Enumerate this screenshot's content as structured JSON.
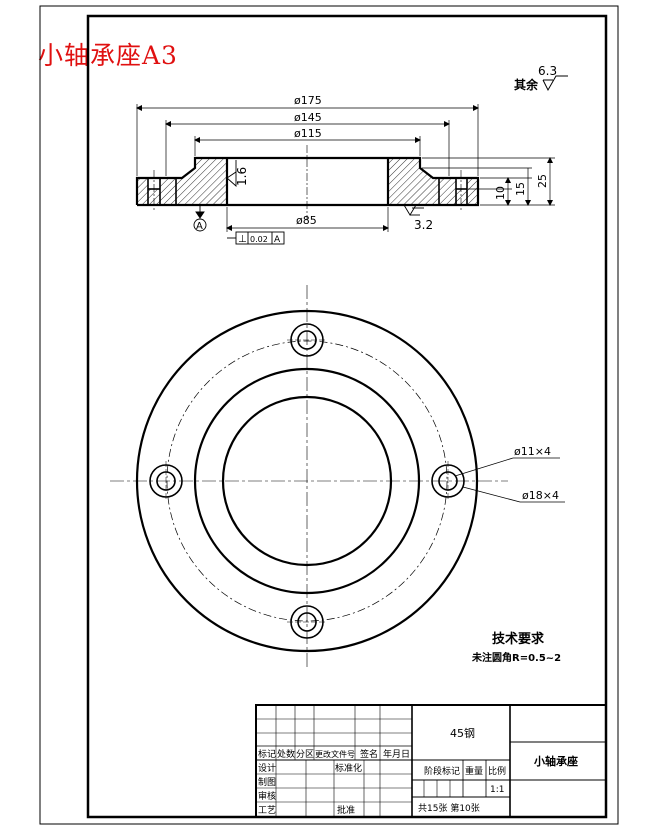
{
  "title": "小轴承座A3",
  "roughness": {
    "prefix": "其余",
    "value": "6.3"
  },
  "front_view": {
    "dims": {
      "d175": "ø175",
      "d145": "ø145",
      "d115": "ø115",
      "d85": "ø85",
      "h25": "25",
      "h15": "15",
      "h10": "10",
      "roughness_bore": "1.6",
      "roughness_face": "3.2"
    },
    "datum": "A",
    "tolerance": {
      "symbol": "⊥",
      "value": "0.02",
      "datum": "A"
    }
  },
  "top_view": {
    "labels": {
      "hole_small": "ø11×4",
      "hole_large": "ø18×4"
    }
  },
  "notes": {
    "heading": "技术要求",
    "line1": "未注圆角R=0.5~2"
  },
  "title_block": {
    "material": "45钢",
    "part_name": "小轴承座",
    "row_labels": [
      "设计",
      "制图",
      "审核",
      "工艺"
    ],
    "header_labels": [
      "标记",
      "处数",
      "分区",
      "更改文件号",
      "签名",
      "年月日"
    ],
    "std_label": "标准化",
    "approve_label": "批准",
    "stage_label": "阶段标记",
    "weight_label": "重量",
    "scale_label": "比例",
    "scale_value": "1:1",
    "sheets": "共15张  第10张"
  }
}
